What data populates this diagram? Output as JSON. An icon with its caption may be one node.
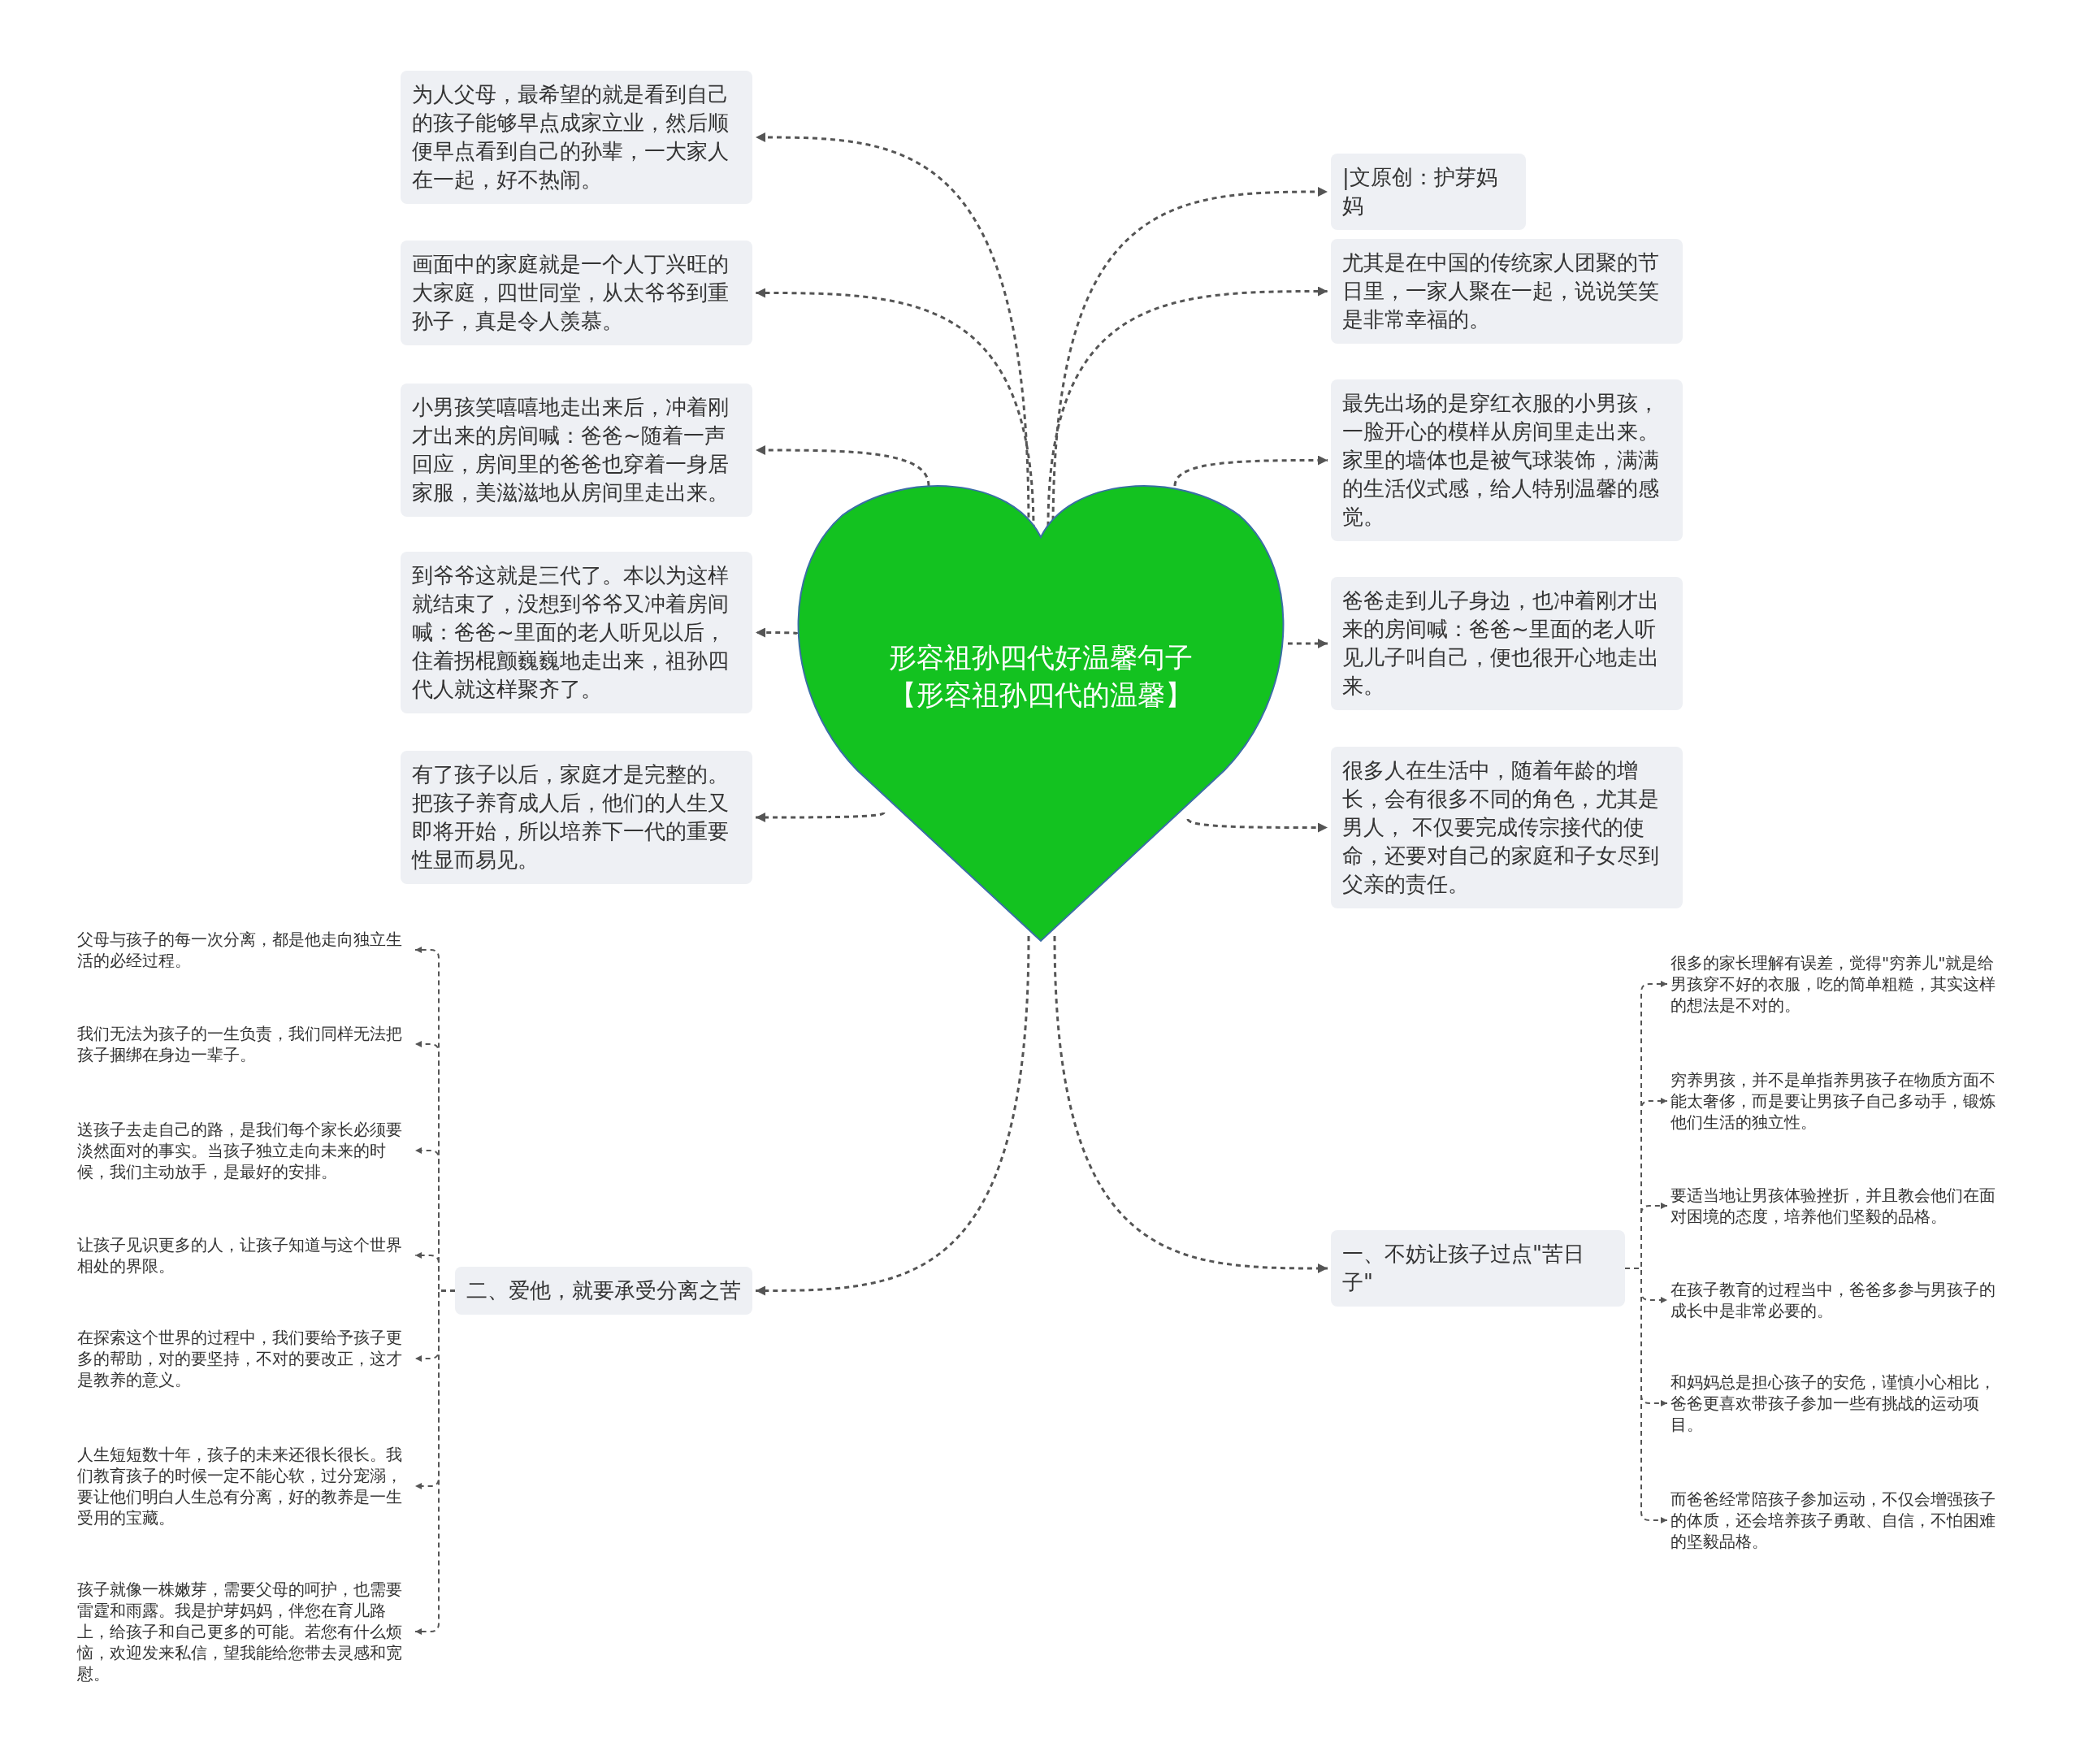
{
  "diagram": {
    "nodes": [
      {
        "text": [
          "形容祖孙四代好温馨句子【形容祖孙四代的温馨】"
        ]
      },
      {
        "text": [
          "为人父母，最希望的就是看到自己的孩子能够早点成家立业，然后顺便早点看到自己的孙辈，一大家人在一起，好不热闹。"
        ]
      },
      {
        "text": [
          "画面中的家庭就是一个人丁兴旺的大家庭，四世同堂，从太爷爷到重孙子，真是令人羡慕。"
        ]
      },
      {
        "text": [
          "小男孩笑嘻嘻地走出来后，冲着刚才出来的房间喊：爸爸~随着一声回应，房间里的爸爸也穿着一身居家服，美滋滋地从房间里走出来。"
        ]
      },
      {
        "text": [
          "到爷爷这就是三代了。本以为这样就结束了，没想到爷爷又冲着房间喊：爸爸~里面的老人听见以后，住着拐棍颤巍巍地走出来，祖孙四代人就这样聚齐了。"
        ]
      },
      {
        "text": [
          "有了孩子以后，家庭才是完整的。把孩子养育成人后，他们的人生又即将开始，所以培养下一代的重要性显而易见。"
        ]
      },
      {
        "text": [
          "|文原创：护芽妈妈"
        ]
      },
      {
        "text": [
          "尤其是在中国的传统家人团聚的节日里，一家人聚在一起，说说笑笑是非常幸福的。"
        ]
      },
      {
        "text": [
          "最先出场的是穿红衣服的小男孩，一脸开心的模样从房间里走出来。家里的墙体也是被气球装饰，满满的生活仪式感，给人特别温馨的感觉。"
        ]
      },
      {
        "text": [
          "爸爸走到儿子身边，也冲着刚才出来的房间喊：爸爸~里面的老人听见儿子叫自己，便也很开心地走出来。"
        ]
      },
      {
        "text": [
          "很多人在生活中，随着年龄的增长，会有很多不同的角色，尤其是男人， 不仅要完成传宗接代的使命，还要对自己的家庭和子女尽到父亲的责任。"
        ]
      },
      {
        "text": [
          "一、不妨让孩子过点\"苦日子\""
        ]
      },
      {
        "text": [
          "很多的家长理解有误差，觉得\"穷养儿\"就是给男孩穿不好的衣服，吃的简单粗糙，其实这样的想法是不对的。"
        ]
      },
      {
        "text": [
          "穷养男孩，并不是单指养男孩子在物质方面不能太奢侈，而是要让男孩子自己多动手，锻炼他们生活的独立性。"
        ]
      },
      {
        "text": [
          "要适当地让男孩体验挫折，并且教会他们在面对困境的态度，培养他们坚毅的品格。"
        ]
      },
      {
        "text": [
          "在孩子教育的过程当中，爸爸多参与男孩子的成长中是非常必要的。"
        ]
      },
      {
        "text": [
          "和妈妈总是担心孩子的安危，谨慎小心相比，爸爸更喜欢带孩子参加一些有挑战的运动项目。"
        ]
      },
      {
        "text": [
          "而爸爸经常陪孩子参加运动，不仅会增强孩子的体质，还会培养孩子勇敢、自信，不怕困难的坚毅品格。"
        ]
      },
      {
        "text": [
          "二、爱他，就要承受分离之苦"
        ]
      },
      {
        "text": [
          "父母与孩子的每一次分离，都是他走向独立生活的必经过程。"
        ]
      },
      {
        "text": [
          "我们无法为孩子的一生负责，我们同样无法把孩子捆绑在身边一辈子。"
        ]
      },
      {
        "text": [
          "送孩子去走自己的路，是我们每个家长必须要淡然面对的事实。当孩子独立走向未来的时候，我们主动放手，是最好的安排。"
        ]
      },
      {
        "text": [
          "让孩子见识更多的人，让孩子知道与这个世界相处的界限。"
        ]
      },
      {
        "text": [
          "在探索这个世界的过程中，我们要给予孩子更多的帮助，对的要坚持，不对的要改正，这才是教养的意义。"
        ]
      },
      {
        "text": [
          "人生短短数十年，孩子的未来还很长很长。我们教育孩子的时候一定不能心软，过分宠溺，要让他们明白人生总有分离，好的教养是一生受用的宝藏。"
        ]
      },
      {
        "text": [
          "孩子就像一株嫩芽，需要父母的呵护，也需要雷霆和雨露。我是护芽妈妈，伴您在育儿路上，给孩子和自己更多的可能。若您有什么烦恼，欢迎发来私信，望我能给您带去灵感和宽慰。"
        ]
      }
    ],
    "edges": [
      {
        "from": 0,
        "to": 1,
        "arrow": "to"
      },
      {
        "from": 0,
        "to": 2,
        "arrow": "to"
      },
      {
        "from": 0,
        "to": 3,
        "arrow": "to"
      },
      {
        "from": 0,
        "to": 4,
        "arrow": "to"
      },
      {
        "from": 0,
        "to": 5,
        "arrow": "to"
      },
      {
        "from": 0,
        "to": 6,
        "arrow": "to"
      },
      {
        "from": 0,
        "to": 7,
        "arrow": "to"
      },
      {
        "from": 0,
        "to": 8,
        "arrow": "to"
      },
      {
        "from": 0,
        "to": 9,
        "arrow": "to"
      },
      {
        "from": 0,
        "to": 10,
        "arrow": "to"
      },
      {
        "from": 0,
        "to": 11,
        "arrow": "to"
      },
      {
        "from": 11,
        "to": 12,
        "arrow": "to"
      },
      {
        "from": 11,
        "to": 13,
        "arrow": "to"
      },
      {
        "from": 11,
        "to": 14,
        "arrow": "to"
      },
      {
        "from": 11,
        "to": 15,
        "arrow": "to"
      },
      {
        "from": 11,
        "to": 16,
        "arrow": "to"
      },
      {
        "from": 11,
        "to": 17,
        "arrow": "to"
      },
      {
        "from": 0,
        "to": 18,
        "arrow": "to"
      },
      {
        "from": 18,
        "to": 19,
        "arrow": "to"
      },
      {
        "from": 18,
        "to": 20,
        "arrow": "to"
      },
      {
        "from": 18,
        "to": 21,
        "arrow": "to"
      },
      {
        "from": 18,
        "to": 22,
        "arrow": "to"
      },
      {
        "from": 18,
        "to": 23,
        "arrow": "to"
      },
      {
        "from": 18,
        "to": 24,
        "arrow": "to"
      },
      {
        "from": 18,
        "to": 25,
        "arrow": "to"
      }
    ]
  }
}
